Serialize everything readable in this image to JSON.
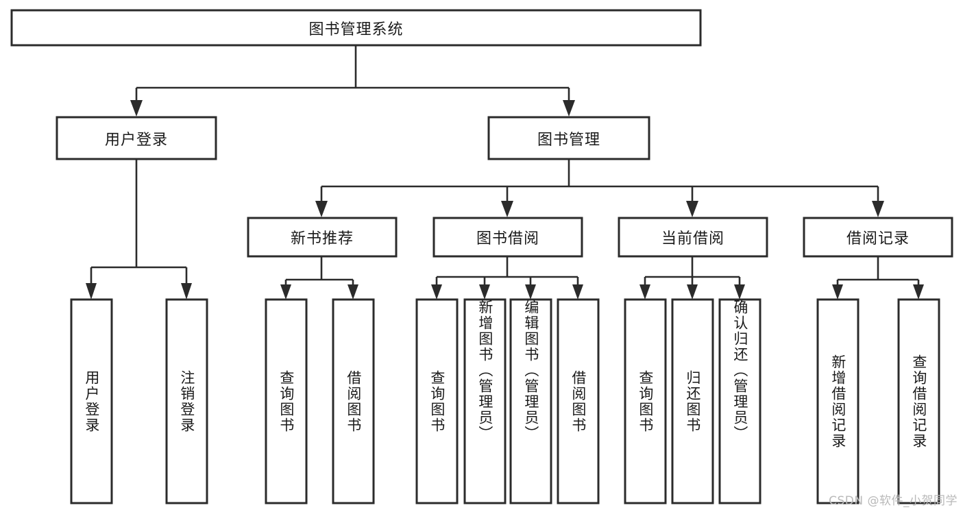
{
  "diagram": {
    "type": "tree-hierarchy",
    "title": "图书管理系统",
    "orientation": "top-down",
    "colors": {
      "background": "#ffffff",
      "box_fill": "#ffffff",
      "box_stroke": "#2b2b2b",
      "connector": "#2b2b2b",
      "text": "#1a1a1a",
      "watermark": "#b9b9b9"
    },
    "root": {
      "label": "图书管理系统"
    },
    "level2": [
      {
        "label": "用户登录"
      },
      {
        "label": "图书管理"
      }
    ],
    "level3": [
      {
        "label": "新书推荐"
      },
      {
        "label": "图书借阅"
      },
      {
        "label": "当前借阅"
      },
      {
        "label": "借阅记录"
      }
    ],
    "leaves": {
      "user_login": [
        {
          "label": "用户登录"
        },
        {
          "label": "注销登录"
        }
      ],
      "new_book_recommend": [
        {
          "label": "查询图书"
        },
        {
          "label": "借阅图书"
        }
      ],
      "book_borrow": [
        {
          "label": "查询图书"
        },
        {
          "label": "新增图书（管理员）"
        },
        {
          "label": "编辑图书（管理员）"
        },
        {
          "label": "借阅图书"
        }
      ],
      "current_borrow": [
        {
          "label": "查询图书"
        },
        {
          "label": "归还图书"
        },
        {
          "label": "确认归还（管理员）"
        }
      ],
      "borrow_record": [
        {
          "label": "新增借阅记录"
        },
        {
          "label": "查询借阅记录"
        }
      ]
    }
  },
  "watermark": {
    "text": "CSDN @软件_小贺同学"
  }
}
